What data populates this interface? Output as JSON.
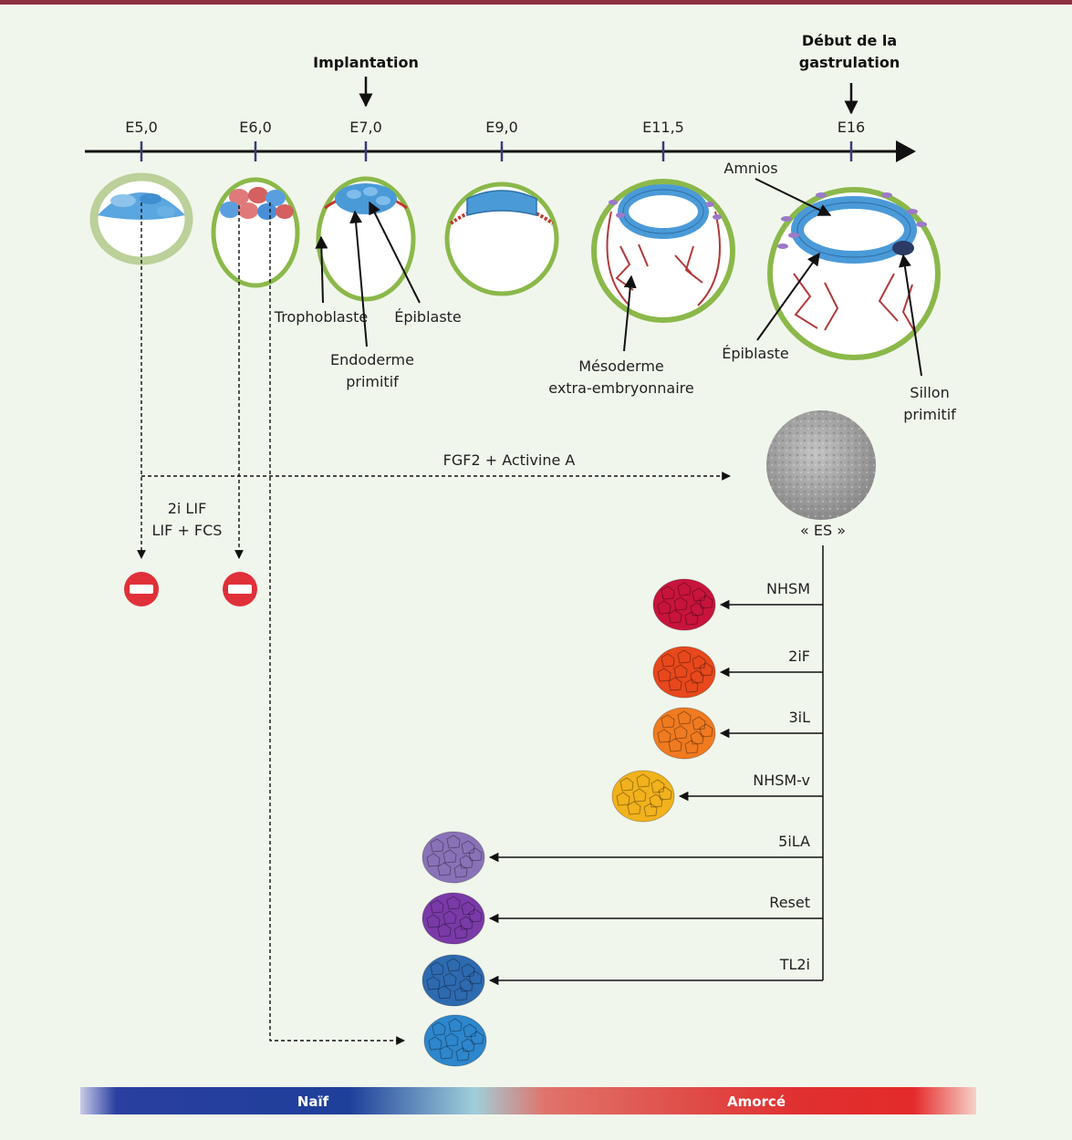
{
  "header": {
    "implantation": "Implantation",
    "gastrulation_line1": "Début de la",
    "gastrulation_line2": "gastrulation"
  },
  "timeline": {
    "stages": [
      "E5,0",
      "E6,0",
      "E7,0",
      "E9,0",
      "E11,5",
      "E16"
    ]
  },
  "labels": {
    "trophoblaste": "Trophoblaste",
    "epiblaste": "Épiblaste",
    "endoderme_1": "Endoderme",
    "endoderme_2": "primitif",
    "mesoderme_1": "Mésoderme",
    "mesoderme_2": "extra-embryonnaire",
    "amnios": "Amnios",
    "epiblaste2": "Épiblaste",
    "sillon_1": "Sillon",
    "sillon_2": "primitif"
  },
  "protocols": {
    "fgf2": "FGF2 + Activine A",
    "lif_2i": "2i LIF",
    "lif_fcs": "LIF + FCS",
    "es_cells": "« ES »"
  },
  "conditions": [
    {
      "name": "NHSM",
      "color": "#c8143c"
    },
    {
      "name": "2iF",
      "color": "#e8481c"
    },
    {
      "name": "3iL",
      "color": "#f07a20"
    },
    {
      "name": "NHSM-v",
      "color": "#f2b21c"
    },
    {
      "name": "5iLA",
      "color": "#8a72b8"
    },
    {
      "name": "Reset",
      "color": "#7a3aa8"
    },
    {
      "name": "TL2i",
      "color": "#2e6ab0"
    }
  ],
  "naive_colony_color": "#2e86cc",
  "gradient_bar": {
    "naive": "Naïf",
    "primed": "Amorcé"
  },
  "colors": {
    "trophoblast": "#8bb84a",
    "epiblast": "#4a9ad8",
    "endoderm": "#c0392b",
    "amnion": "#9b7ac8",
    "top_rule": "#8c3040"
  }
}
